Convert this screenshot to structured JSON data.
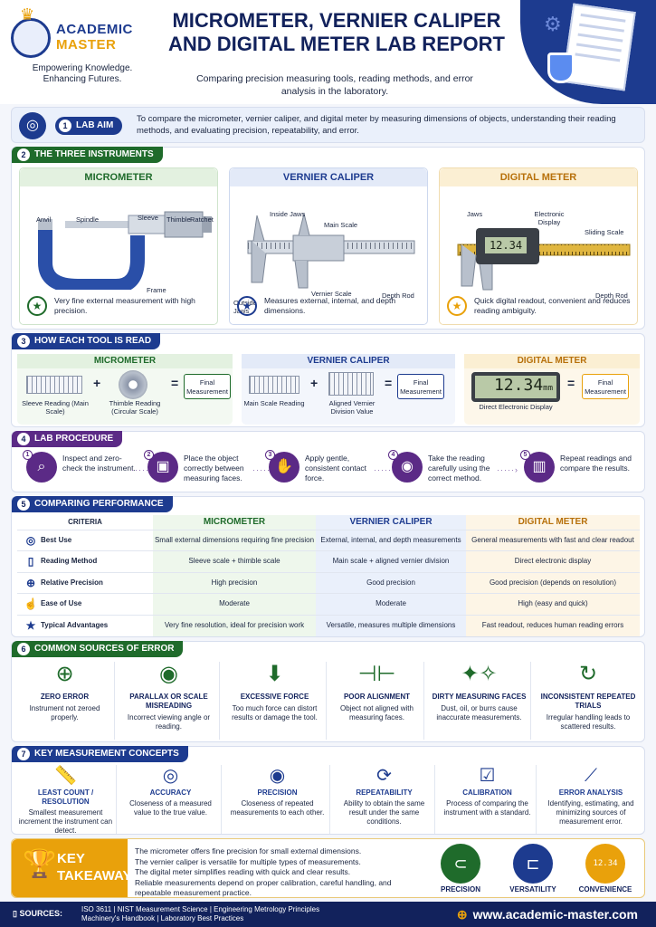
{
  "header": {
    "brand_line1": "ACADEMIC",
    "brand_line2": "MASTER",
    "tagline": "Empowering Knowledge. Enhancing Futures.",
    "title": "MICROMETER, VERNIER CALIPER AND DIGITAL METER LAB REPORT",
    "subtitle": "Comparing precision measuring tools, reading methods, and error analysis in the laboratory."
  },
  "aim": {
    "number": "1",
    "label": "LAB AIM",
    "text": "To compare the micrometer, vernier caliper, and digital meter by measuring dimensions of objects, understanding their reading methods, and evaluating precision, repeatability, and error."
  },
  "instruments": {
    "number": "2",
    "label": "THE THREE INSTRUMENTS",
    "micrometer": {
      "title": "MICROMETER",
      "parts": [
        "Anvil",
        "Spindle",
        "Sleeve",
        "Thimble",
        "Ratchet",
        "Frame"
      ],
      "desc": "Very fine external measurement with high precision."
    },
    "vernier": {
      "title": "VERNIER CALIPER",
      "parts": [
        "Inside Jaws",
        "Main Scale",
        "Outside Jaws",
        "Vernier Scale",
        "Depth Rod"
      ],
      "desc": "Measures external, internal, and depth dimensions."
    },
    "digital": {
      "title": "DIGITAL METER",
      "parts": [
        "Jaws",
        "Electronic Display",
        "Sliding Scale",
        "Depth Rod"
      ],
      "display": "12.34",
      "desc": "Quick digital readout, convenient and reduces reading ambiguity."
    }
  },
  "how": {
    "number": "3",
    "label": "HOW EACH TOOL IS READ",
    "micrometer": {
      "title": "MICROMETER",
      "a": "Sleeve Reading (Main Scale)",
      "b": "Thimble Reading (Circular Scale)",
      "result": "Final Measurement"
    },
    "vernier": {
      "title": "VERNIER CALIPER",
      "a": "Main Scale Reading",
      "b": "Aligned Vernier Division Value",
      "result": "Final Measurement"
    },
    "digital": {
      "title": "DIGITAL METER",
      "display": "12.34",
      "unit": "mm",
      "a": "Direct Electronic Display",
      "result": "Final Measurement"
    },
    "plus": "+",
    "equals": "="
  },
  "procedure": {
    "number": "4",
    "label": "LAB PROCEDURE",
    "steps": [
      {
        "n": "1",
        "text": "Inspect and zero-check the instrument."
      },
      {
        "n": "2",
        "text": "Place the object correctly between measuring faces."
      },
      {
        "n": "3",
        "text": "Apply gentle, consistent contact force."
      },
      {
        "n": "4",
        "text": "Take the reading carefully using the correct method."
      },
      {
        "n": "5",
        "text": "Repeat readings and compare the results."
      }
    ]
  },
  "comparing": {
    "number": "5",
    "label": "COMPARING PERFORMANCE",
    "headers": [
      "CRITERIA",
      "MICROMETER",
      "VERNIER CALIPER",
      "DIGITAL METER"
    ],
    "rows": [
      {
        "icon": "target-icon",
        "criteria": "Best Use",
        "micrometer": "Small external dimensions requiring fine precision",
        "vernier": "External, internal, and depth measurements",
        "digital": "General measurements with fast and clear readout"
      },
      {
        "icon": "book-icon",
        "criteria": "Reading Method",
        "micrometer": "Sleeve scale + thimble scale",
        "vernier": "Main scale + aligned vernier division",
        "digital": "Direct electronic display"
      },
      {
        "icon": "crosshair-icon",
        "criteria": "Relative Precision",
        "micrometer": "High precision",
        "vernier": "Good precision",
        "digital": "Good precision (depends on resolution)"
      },
      {
        "icon": "thumbs-up-icon",
        "criteria": "Ease of Use",
        "micrometer": "Moderate",
        "vernier": "Moderate",
        "digital": "High (easy and quick)"
      },
      {
        "icon": "star-icon",
        "criteria": "Typical Advantages",
        "micrometer": "Very fine resolution, ideal for precision work",
        "vernier": "Versatile, measures multiple dimensions",
        "digital": "Fast readout, reduces human reading errors"
      }
    ]
  },
  "errors": {
    "number": "6",
    "label": "COMMON SOURCES OF ERROR",
    "items": [
      {
        "title": "ZERO ERROR",
        "text": "Instrument not zeroed properly."
      },
      {
        "title": "PARALLAX OR SCALE MISREADING",
        "text": "Incorrect viewing angle or reading."
      },
      {
        "title": "EXCESSIVE FORCE",
        "text": "Too much force can distort results or damage the tool."
      },
      {
        "title": "POOR ALIGNMENT",
        "text": "Object not aligned with measuring faces."
      },
      {
        "title": "DIRTY MEASURING FACES",
        "text": "Dust, oil, or burrs cause inaccurate measurements."
      },
      {
        "title": "INCONSISTENT REPEATED TRIALS",
        "text": "Irregular handling leads to scattered results."
      }
    ]
  },
  "concepts": {
    "number": "7",
    "label": "KEY MEASUREMENT CONCEPTS",
    "items": [
      {
        "title": "LEAST COUNT / RESOLUTION",
        "text": "Smallest measurement increment the instrument can detect."
      },
      {
        "title": "ACCURACY",
        "text": "Closeness of a measured value to the true value."
      },
      {
        "title": "PRECISION",
        "text": "Closeness of repeated measurements to each other."
      },
      {
        "title": "REPEATABILITY",
        "text": "Ability to obtain the same result under the same conditions."
      },
      {
        "title": "CALIBRATION",
        "text": "Process of comparing the instrument with a standard."
      },
      {
        "title": "ERROR ANALYSIS",
        "text": "Identifying, estimating, and minimizing sources of measurement error."
      }
    ]
  },
  "takeaway": {
    "label_line1": "KEY",
    "label_line2": "TAKEAWAY",
    "lines": [
      "The micrometer offers fine precision for small external dimensions.",
      "The vernier caliper is versatile for multiple types of measurements.",
      "The digital meter simplifies reading with quick and clear results.",
      "Reliable measurements depend on proper calibration, careful handling, and repeatable measurement practice."
    ],
    "badges": [
      "PRECISION",
      "VERSATILITY",
      "CONVENIENCE"
    ],
    "badge_display": "12.34"
  },
  "footer": {
    "sources_label": "SOURCES:",
    "sources": "ISO 3611 | NIST Measurement Science | Engineering Metrology Principles Machinery's Handbook | Laboratory Best Practices",
    "website": "www.academic-master.com"
  },
  "colors": {
    "navy": "#12225c",
    "blue": "#1d3b8f",
    "green": "#1f6b2b",
    "purple": "#5b2a86",
    "gold": "#e9a10b"
  }
}
